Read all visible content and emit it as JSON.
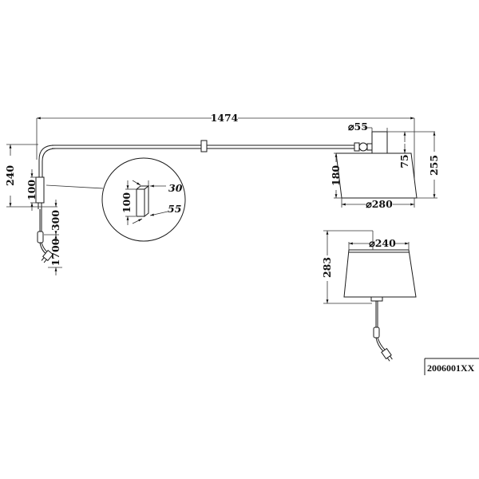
{
  "drawing": {
    "product_code": "2006001XX",
    "dimensions": {
      "overall_length": "1474",
      "arm_height": "240",
      "wall_bracket_height": "100",
      "cable_to_switch": "300",
      "cable_total": "1700",
      "detail_bracket_height": "100",
      "detail_bracket_depth": "30",
      "detail_bracket_width": "55",
      "socket_diameter": "⌀55",
      "socket_height": "75",
      "shade_height": "180",
      "total_height": "255",
      "shade_bottom_diameter": "⌀280",
      "alt_shade_top_diameter": "⌀240",
      "alt_total_height": "283"
    }
  }
}
